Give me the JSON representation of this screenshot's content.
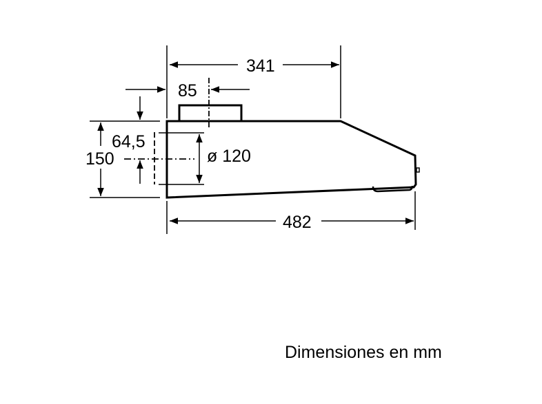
{
  "diagram": {
    "type": "technical-dimension-drawing",
    "subject": "cooker hood side view",
    "dimensions": {
      "depth_top": "341",
      "outlet_offset": "85",
      "outlet_height_offset": "64,5",
      "total_height": "150",
      "outlet_diameter": "ø 120",
      "total_depth": "482"
    },
    "colors": {
      "line": "#000000",
      "background": "#ffffff"
    }
  },
  "caption": "Dimensiones en mm"
}
